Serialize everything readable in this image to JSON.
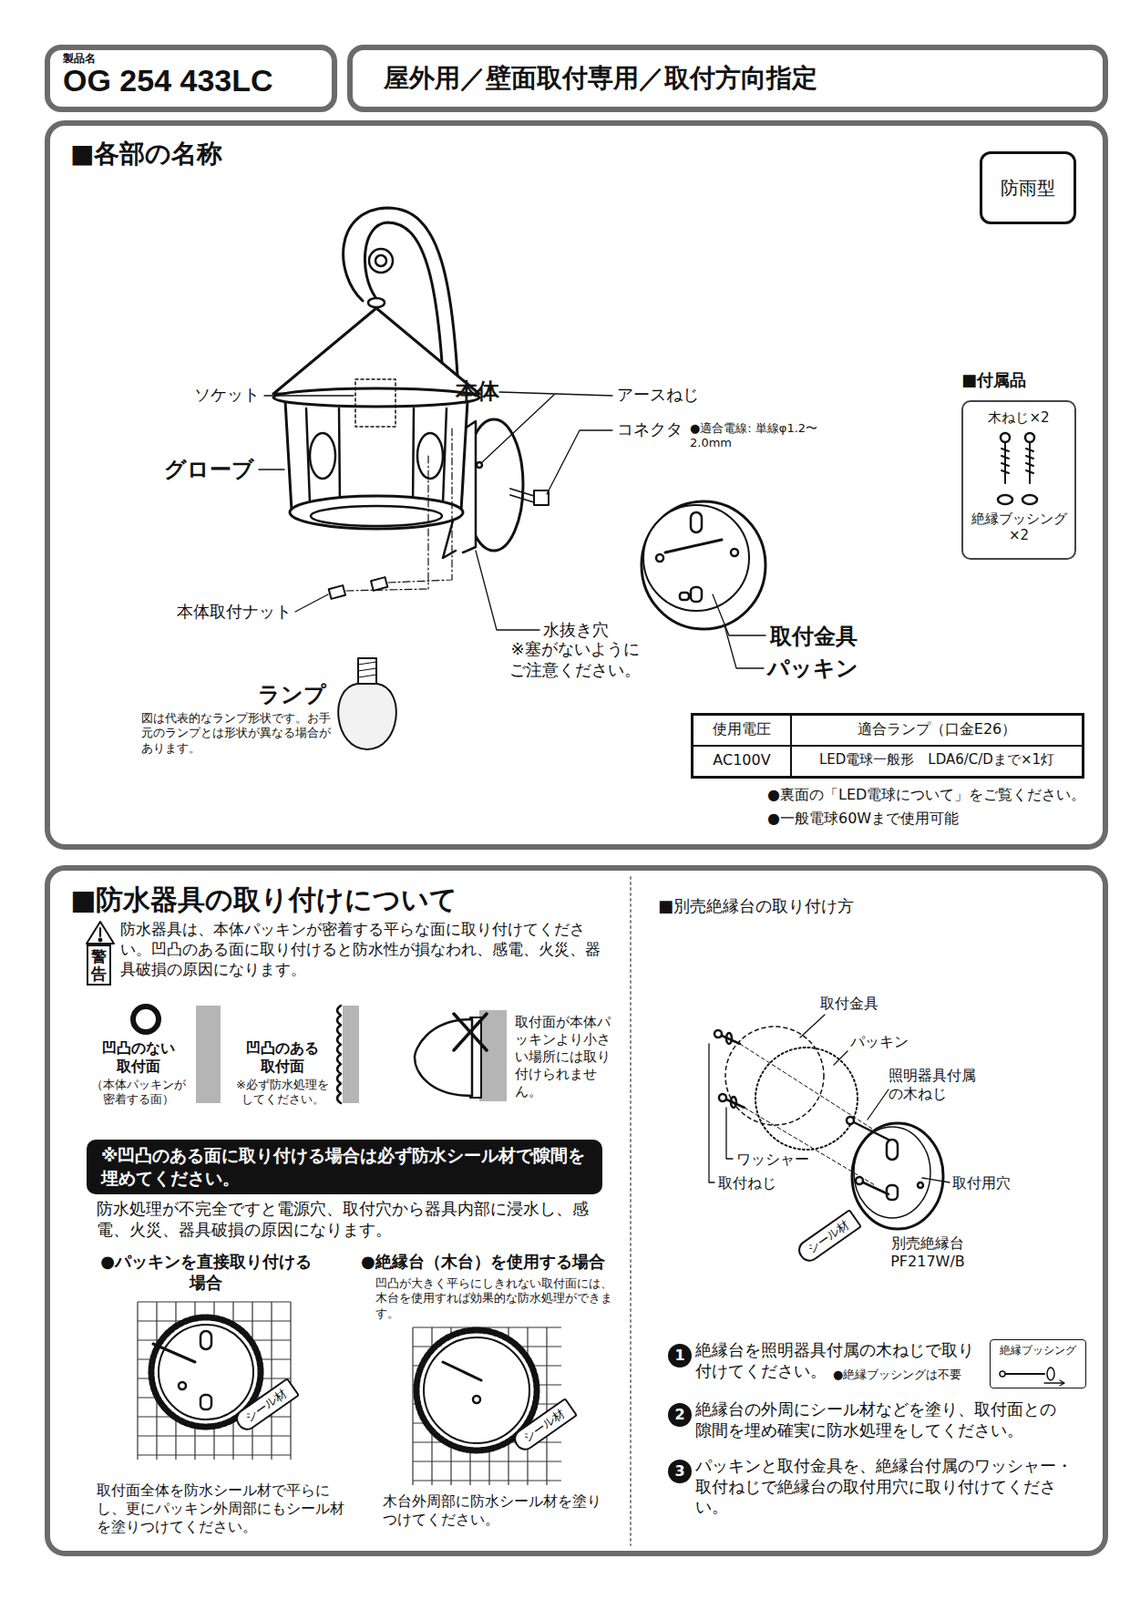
{
  "diagram": {
    "nodes": [
      {
        "text": [
          "製品名",
          "OG 254 433LC"
        ]
      },
      {
        "text": [
          "屋外用／壁面取付専用／取付方向指定"
        ]
      },
      {
        "text": [
          "■各部の名称"
        ]
      },
      {
        "text": [
          "防雨型"
        ],
        "in": 2
      },
      {
        "text": [
          "■付属品",
          "木ねじ×2",
          "絶縁ブッシング ×2"
        ],
        "in": 2
      },
      {
        "text": [
          "使用電圧",
          "適合ランプ（口金E26）",
          "AC100V",
          "LED電球一般形　LDA6/C/Dまで×1灯"
        ],
        "in": 2
      },
      {
        "text": [
          "■防水器具の取り付けについて"
        ]
      },
      {
        "text": [
          "警告",
          "防水器具は、本体パッキンが密着する平らな面に取り付けてください。凹凸のある面に取り付けると防水性が損なわれ、感電、火災、器具破損の原因になります。"
        ],
        "in": 6
      },
      {
        "text": [
          "※凹凸のある面に取り付ける場合は必ず防水シール材で隙間を埋めてください。"
        ],
        "in": 6
      },
      {
        "text": [
          "絶縁ブッシング"
        ],
        "in": 6
      }
    ],
    "labels": [
      "ソケット",
      "本体",
      "アースねじ",
      "コネクタ",
      "●適合電線: 単線φ1.2〜2.0mm",
      "グローブ",
      "本体取付ナット",
      "水抜き穴",
      "※塞がないようにご注意ください。",
      "取付金具",
      "パッキン",
      "ランプ",
      "図は代表的なランプ形状です。お手元のランプとは形状が異なる場合があります。",
      "●裏面の「LED電球について」をご覧ください。",
      "●一般電球60Wまで使用可能",
      "凹凸のない取付面",
      "（本体パッキンが密着する面）",
      "凹凸のある取付面",
      "※必ず防水処理をしてください。",
      "取付面が本体パッキンより小さい場所には取り付けられません。",
      "防水処理が不完全ですと電源穴、取付穴から器具内部に浸水し、感電、火災、器具破損の原因になります。",
      "●パッキンを直接取り付ける場合",
      "●絶縁台（木台）を使用する場合",
      "凹凸が大きく平らにしきれない取付面には、木台を使用すれば効果的な防水処理ができます。",
      "シール材",
      "シール材",
      "取付面全体を防水シール材で平らにし、更にパッキン外周部にもシール材を塗りつけてください。",
      "木台外周部に防水シール材を塗りつけてください。",
      "■別売絶縁台の取り付け方",
      "取付金具",
      "パッキン",
      "照明器具付属の木ねじ",
      "ワッシャー",
      "取付ねじ",
      "取付用穴",
      "別売絶縁台 PF217W/B",
      "シール材",
      "1",
      "絶縁台を照明器具付属の木ねじで取り付けてください。",
      "●絶縁ブッシングは不要",
      "2",
      "絶縁台の外周にシール材などを塗り、取付面との隙間を埋め確実に防水処理をしてください。",
      "3",
      "パッキンと取付金具を、絶縁台付属のワッシャー・取付ねじで絶縁台の取付用穴に取り付けてください。"
    ]
  }
}
